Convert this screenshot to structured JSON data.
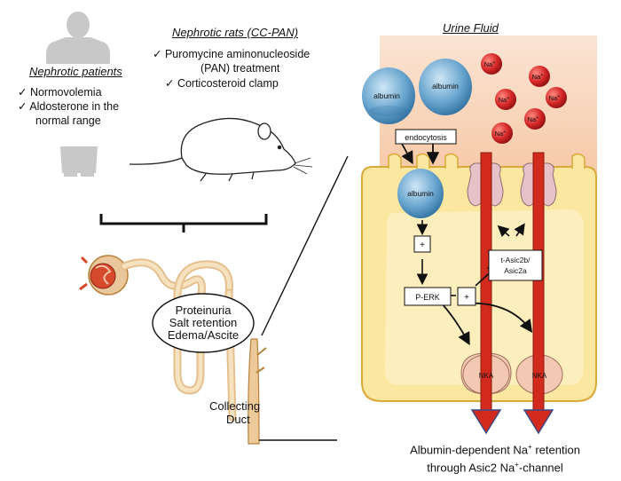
{
  "patients": {
    "title": "Nephrotic patients",
    "items": [
      "✓ Normovolemia",
      "✓ Aldosterone in the",
      "normal range"
    ]
  },
  "rats": {
    "title": "Nephrotic rats (CC-PAN)",
    "items": [
      "✓ Puromycine aminonucleoside",
      "(PAN)  treatment",
      "✓ Corticosteroid clamp"
    ]
  },
  "phenotype": {
    "lines": [
      "Proteinuria",
      "Salt retention",
      "Edema/Ascite"
    ]
  },
  "collecting_duct": {
    "lines": [
      "Collecting",
      "Duct"
    ]
  },
  "cell": {
    "urine_title": "Urine Fluid",
    "albumin": "albumin",
    "sodium": "Na",
    "sodium_charge": "+",
    "endocytosis": "endocytosis",
    "plus": "+",
    "perk": "P-ERK",
    "asic_lines": [
      "t-Asic2b/",
      "Asic2a"
    ],
    "nka": "NKA"
  },
  "caption": {
    "line1_a": "Albumin-dependent Na",
    "line1_sup": "+",
    "line1_b": " retention",
    "line2_a": "through Asic2 Na",
    "line2_sup": "+",
    "line2_b": "-channel"
  },
  "colors": {
    "urine_top": "#f6c9a6",
    "cell_fill": "#fbe7a0",
    "cell_border": "#d9a93a",
    "albumin": "#5f9fc9",
    "sodium": "#d62828",
    "channel": "#d22a1c",
    "nka": "#f4c9b4"
  }
}
